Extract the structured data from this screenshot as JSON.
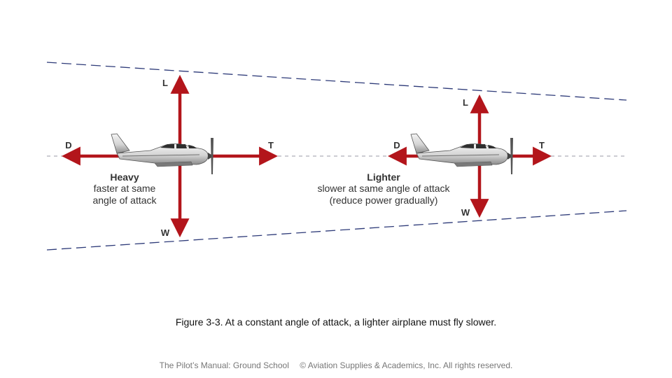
{
  "colors": {
    "arrow": "#b3151b",
    "boundary": "#2d3a78",
    "centerline": "#9a9aa6",
    "text": "#333333"
  },
  "left": {
    "labels": {
      "lift": "L",
      "drag": "D",
      "thrust": "T",
      "weight": "W"
    },
    "title": "Heavy",
    "desc_line1": "faster at same",
    "desc_line2": "angle of attack"
  },
  "right": {
    "labels": {
      "lift": "L",
      "drag": "D",
      "thrust": "T",
      "weight": "W"
    },
    "title": "Lighter",
    "desc_line1": "slower at same angle of attack",
    "desc_line2": "(reduce power gradually)"
  },
  "caption": {
    "figure": "Figure 3-3.",
    "text": "At a constant angle of attack, a lighter airplane must fly slower."
  },
  "footer": {
    "book": "The Pilot’s Manual: Ground School",
    "copyright": "© Aviation Supplies & Academics, Inc. All rights reserved."
  }
}
